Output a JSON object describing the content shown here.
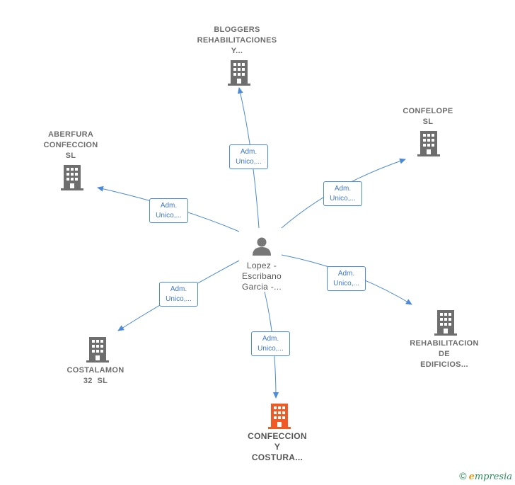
{
  "colors": {
    "edge": "#4a8ad8",
    "company": "#6e6e6e",
    "highlight": "#f05a24",
    "person": "#777777"
  },
  "center": {
    "icon": "person-icon",
    "label_lines": [
      "Lopez -",
      "Escribano",
      "Garcia -..."
    ]
  },
  "nodes": [
    {
      "id": "bloggers",
      "icon": "building-icon",
      "highlight": false,
      "label_lines": [
        "BLOGGERS",
        "REHABILITACIONES",
        "Y..."
      ]
    },
    {
      "id": "confelope",
      "icon": "building-icon",
      "highlight": false,
      "label_lines": [
        "CONFELOPE",
        "SL"
      ]
    },
    {
      "id": "aberfura",
      "icon": "building-icon",
      "highlight": false,
      "label_lines": [
        "ABERFURA",
        "CONFECCION",
        "SL"
      ]
    },
    {
      "id": "rehabilitacion",
      "icon": "building-icon",
      "highlight": false,
      "label_lines": [
        "REHABILITACION",
        "DE",
        "EDIFICIOS..."
      ]
    },
    {
      "id": "costalamon",
      "icon": "building-icon",
      "highlight": false,
      "label_lines": [
        "COSTALAMON",
        "32  SL"
      ]
    },
    {
      "id": "confeccion",
      "icon": "building-icon",
      "highlight": true,
      "label_lines": [
        "CONFECCION",
        "Y",
        "COSTURA..."
      ]
    }
  ],
  "edges": [
    {
      "to": "bloggers",
      "label_lines": [
        "Adm.",
        "Unico,..."
      ]
    },
    {
      "to": "confelope",
      "label_lines": [
        "Adm.",
        "Unico,..."
      ]
    },
    {
      "to": "aberfura",
      "label_lines": [
        "Adm.",
        "Unico,..."
      ]
    },
    {
      "to": "rehabilitacion",
      "label_lines": [
        "Adm.",
        "Unico,..."
      ]
    },
    {
      "to": "costalamon",
      "label_lines": [
        "Adm.",
        "Unico,..."
      ]
    },
    {
      "to": "confeccion",
      "label_lines": [
        "Adm.",
        "Unico,..."
      ]
    }
  ],
  "footer": {
    "copyright": "©",
    "brand_first": "e",
    "brand_rest": "mpresia"
  }
}
